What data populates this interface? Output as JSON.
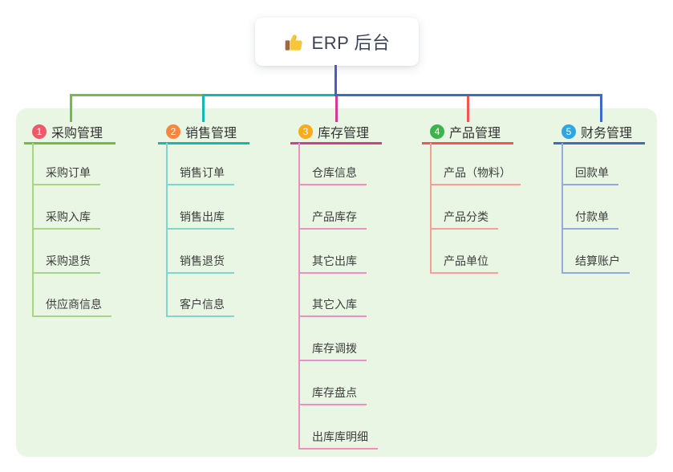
{
  "root": {
    "title": "ERP 后台",
    "icon": "thumbs-up-icon",
    "text_color": "#3b4454",
    "connector_color": "#4d59c8",
    "icon_hand_color": "#f8c636",
    "icon_cuff_color": "#9a6a45"
  },
  "canvas": {
    "page_bg": "#ffffff",
    "panel_bg": "#e9f6e4"
  },
  "branches": [
    {
      "key": "purchase-management",
      "number": "1",
      "label": "采购管理",
      "badge_color": "#ec5a6c",
      "line_color": "#7cb93f",
      "child_line_color": "#a9d488",
      "children": [
        "采购订单",
        "采购入库",
        "采购退货",
        "供应商信息"
      ]
    },
    {
      "key": "sales-management",
      "number": "2",
      "label": "销售管理",
      "badge_color": "#f6873d",
      "line_color": "#14b8ae",
      "child_line_color": "#7fd6cf",
      "children": [
        "销售订单",
        "销售出库",
        "销售退货",
        "客户信息"
      ]
    },
    {
      "key": "inventory-management",
      "number": "3",
      "label": "库存管理",
      "badge_color": "#f9ab19",
      "line_color": "#d63b8f",
      "child_line_color": "#ee8ec4",
      "children": [
        "仓库信息",
        "产品库存",
        "其它出库",
        "其它入库",
        "库存调拨",
        "库存盘点",
        "出库库明细"
      ]
    },
    {
      "key": "product-management",
      "number": "4",
      "label": "产品管理",
      "badge_color": "#3cb44e",
      "line_color": "#f2574e",
      "child_line_color": "#f79e98",
      "children": [
        "产品（物料）",
        "产品分类",
        "产品单位"
      ]
    },
    {
      "key": "finance-management",
      "number": "5",
      "label": "财务管理",
      "badge_color": "#2da7e4",
      "line_color": "#4467cc",
      "child_line_color": "#94a8e2",
      "children": [
        "回款单",
        "付款单",
        "结算账户"
      ]
    }
  ]
}
